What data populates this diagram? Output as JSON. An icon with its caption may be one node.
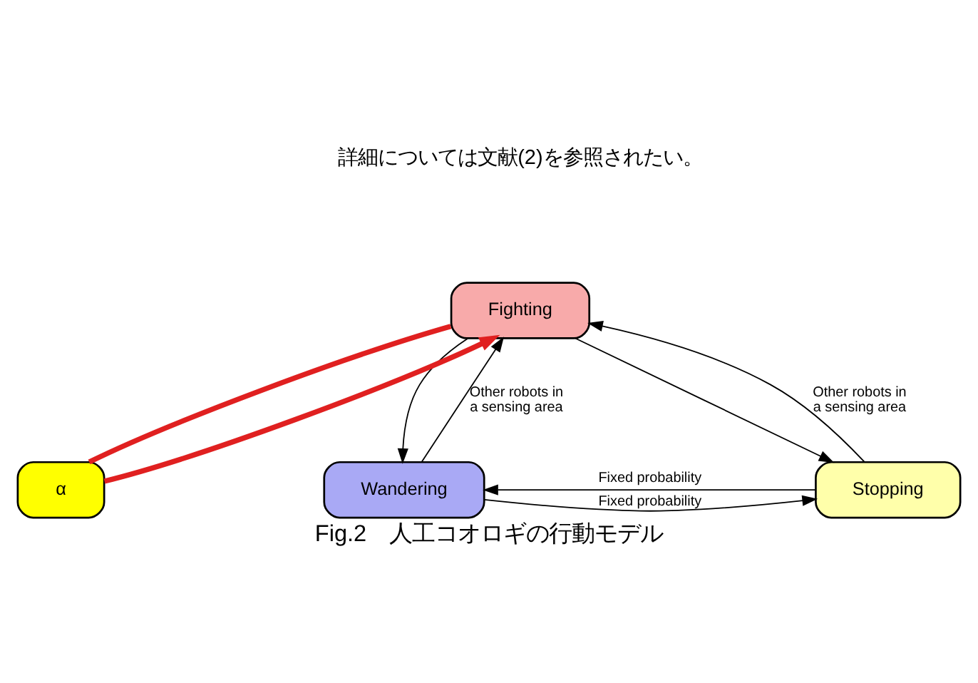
{
  "diagram": {
    "caption": "Fig.2　人工コオロギの行動モデル",
    "nodes": [
      {
        "text": [
          "Fighting"
        ]
      },
      {
        "text": [
          "α"
        ]
      },
      {
        "text": [
          "Wandering"
        ]
      },
      {
        "text": [
          "Stopping"
        ]
      }
    ],
    "edges": [
      {
        "from": 2,
        "to": 0,
        "arrow": "to",
        "label": "Other robots in a sensing area"
      },
      {
        "from": 0,
        "to": 2,
        "arrow": "to"
      },
      {
        "from": 0,
        "to": 3,
        "arrow": "to"
      },
      {
        "from": 3,
        "to": 0,
        "arrow": "to",
        "label": "Other robots in a sensing area"
      },
      {
        "from": 3,
        "to": 2,
        "arrow": "to",
        "label": "Fixed probability"
      },
      {
        "from": 2,
        "to": 3,
        "arrow": "to",
        "label": "Fixed probability"
      },
      {
        "from": 0,
        "to": 1,
        "arrow": "none",
        "color": "#e02020",
        "style": "thick"
      },
      {
        "from": 1,
        "to": 0,
        "arrow": "to",
        "color": "#e02020",
        "style": "thick"
      }
    ],
    "labels": [
      "詳細については文献(2)を参照されたい。"
    ]
  }
}
